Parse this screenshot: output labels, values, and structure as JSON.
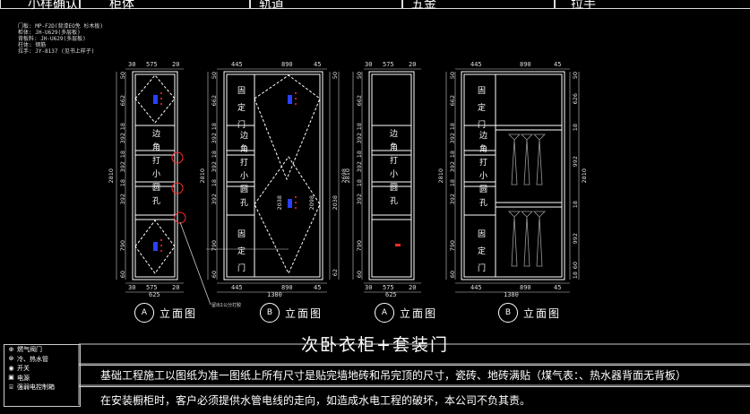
{
  "header": {
    "cells": [
      "小样确认",
      "柜体",
      "轨道",
      "五金",
      "拉手"
    ]
  },
  "material_notes": [
    "门板: MP-F2D(背漆EO免 杉木板)",
    "柜体: JH-U629(多层板)",
    "背板料: JH-U629(多层板)",
    "柱体: 钢筋",
    "拉手: JY-8137 (见书上样子)"
  ],
  "elevations": [
    {
      "id": "A1",
      "top_dims": [
        "30",
        "575",
        "20"
      ],
      "bottom_dims": [
        "30",
        "575",
        "20"
      ],
      "total_width": "625",
      "total_height": "2810",
      "left_dims": [
        "50",
        "662",
        "18",
        "392",
        "18",
        "392",
        "18",
        "392",
        "790",
        "60"
      ],
      "door_text": "边角打小圆孔",
      "tag_letter": "A",
      "tag_title": "立面图"
    },
    {
      "id": "B1",
      "top_dims": [
        "445",
        "890",
        "45"
      ],
      "bottom_dims": [
        "445",
        "890",
        "45"
      ],
      "total_width": "1380",
      "total_height": "2810",
      "left_dims": [
        "50",
        "662",
        "18",
        "392",
        "18",
        "392",
        "18",
        "392",
        "790",
        "60"
      ],
      "right_dims": [
        "50",
        "2698",
        "62"
      ],
      "inner_dims": [
        "2038",
        "2098",
        "2038"
      ],
      "fixed_door_top": "固定门",
      "fixed_door_bottom": "固定门",
      "door_text": "边角打小圆孔",
      "leader_note": "留出1公分打胶",
      "tag_letter": "B",
      "tag_title": "立面图"
    },
    {
      "id": "A2",
      "top_dims": [
        "30",
        "575",
        "20"
      ],
      "bottom_dims": [
        "30",
        "575",
        "20"
      ],
      "total_width": "625",
      "total_height": "2810",
      "left_dims": [
        "50",
        "662",
        "18",
        "392",
        "18",
        "392",
        "18",
        "392",
        "790",
        "60"
      ],
      "door_text": "边角打小圆孔",
      "tag_letter": "A",
      "tag_title": "立面图"
    },
    {
      "id": "B2",
      "top_dims": [
        "445",
        "890",
        "45"
      ],
      "bottom_dims": [
        "445",
        "890",
        "45"
      ],
      "total_width": "1380",
      "total_height": "2810",
      "left_dims": [
        "50",
        "662",
        "18",
        "392",
        "18",
        "392",
        "18",
        "392",
        "790",
        "60"
      ],
      "right_dims": [
        "50",
        "626",
        "18",
        "992",
        "18",
        "992",
        "60",
        "18"
      ],
      "fixed_door_top": "固定门",
      "fixed_door_bottom": "固定门",
      "door_text": "边角打小圆孔",
      "tag_letter": "B",
      "tag_title": "立面图"
    }
  ],
  "main_title": "次卧衣柜+套装门",
  "legend": [
    {
      "icon": "socket-icon",
      "label": "燃气阀门"
    },
    {
      "icon": "water-icon",
      "label": "冷、热水管"
    },
    {
      "icon": "switch-icon",
      "label": "开关"
    },
    {
      "icon": "outlet-icon",
      "label": "电源"
    },
    {
      "icon": "box-icon",
      "label": "强弱电控制箱"
    }
  ],
  "notes": [
    "基础工程施工以图纸为准一图纸上所有尺寸是贴完墙地砖和吊完顶的尺寸，瓷砖、地砖满贴（煤气表：、热水器背面无背板）",
    "在安装橱柜时，客户必须提供水管电线的走向，如造成水电工程的破坏，本公司不负其责。"
  ],
  "colors": {
    "background": "#000000",
    "cabinet_line": "#ffffff",
    "dim_line": "#cccccc",
    "marker_red": "#ff2a2a",
    "marker_blue": "#2a40ff",
    "hanger_grey": "#9a9a9a"
  }
}
